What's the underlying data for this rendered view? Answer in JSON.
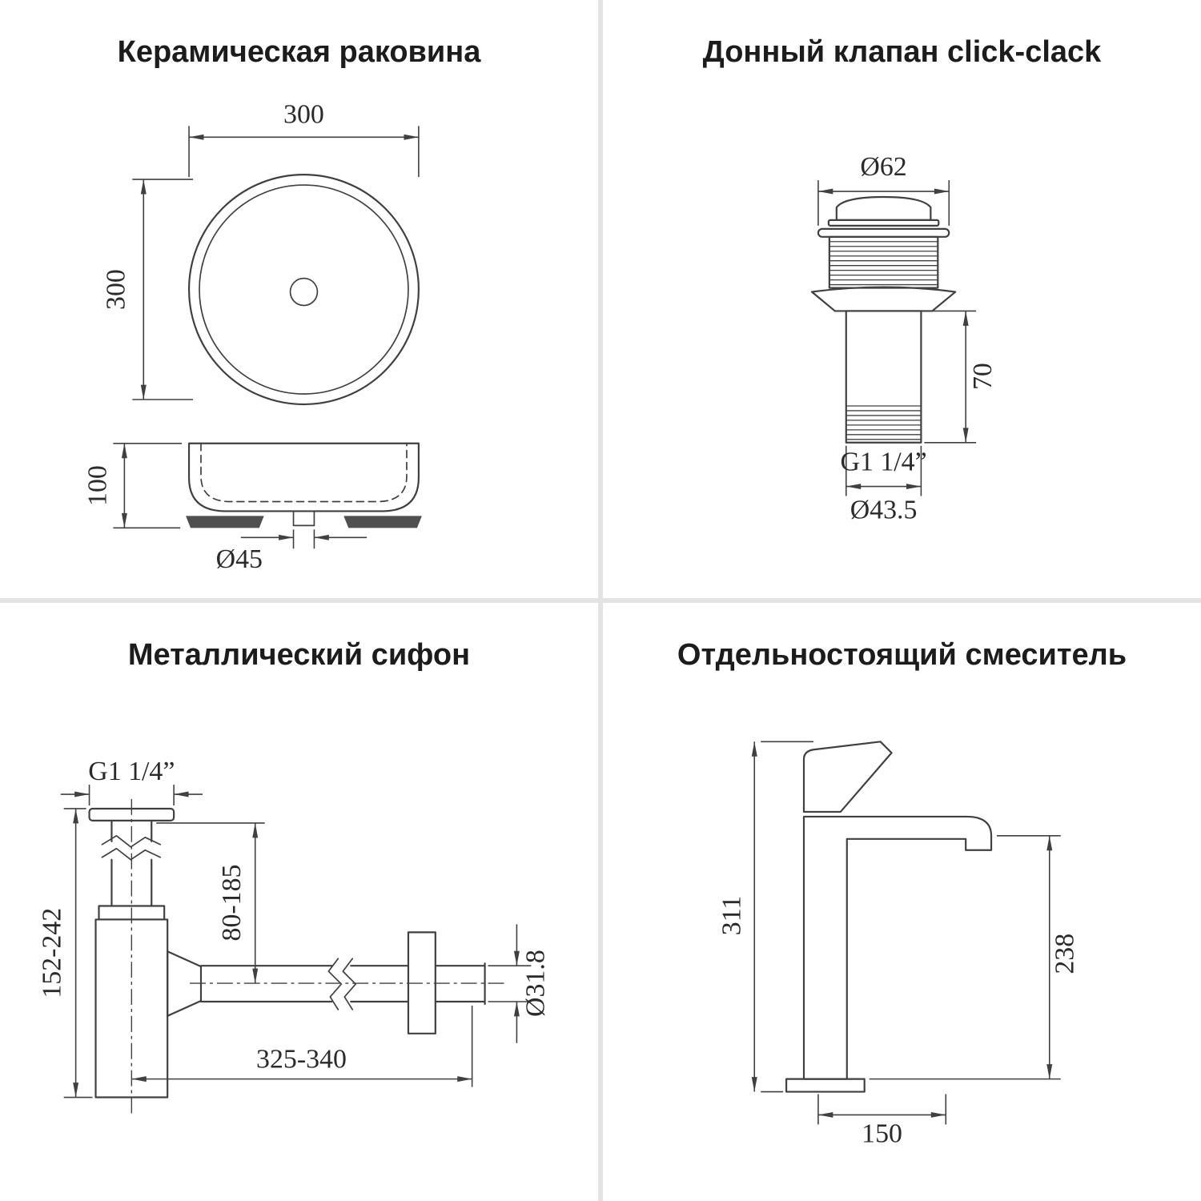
{
  "panels": {
    "sink": {
      "title": "Керамическая раковина",
      "dims": {
        "width": "300",
        "depth": "300",
        "height": "100",
        "drain": "Ø45"
      }
    },
    "valve": {
      "title": "Донный клапан click-clack",
      "dims": {
        "cap_diameter": "Ø62",
        "body_height": "70",
        "thread": "G1 1/4”",
        "outlet_diameter": "Ø43.5"
      }
    },
    "siphon": {
      "title": "Металлический сифон",
      "dims": {
        "thread": "G1 1/4”",
        "height_range": "152-242",
        "inlet_range": "80-185",
        "length_range": "325-340",
        "pipe_diameter": "Ø31.8"
      }
    },
    "mixer": {
      "title": "Отдельностоящий смеситель",
      "dims": {
        "total_height": "311",
        "spout_height": "238",
        "spout_reach": "150"
      }
    }
  },
  "colors": {
    "background": "#ffffff",
    "divider": "#e3e3e3",
    "line": "#404040",
    "title": "#1c1c1c",
    "dark_fill": "#4f4f4f"
  }
}
